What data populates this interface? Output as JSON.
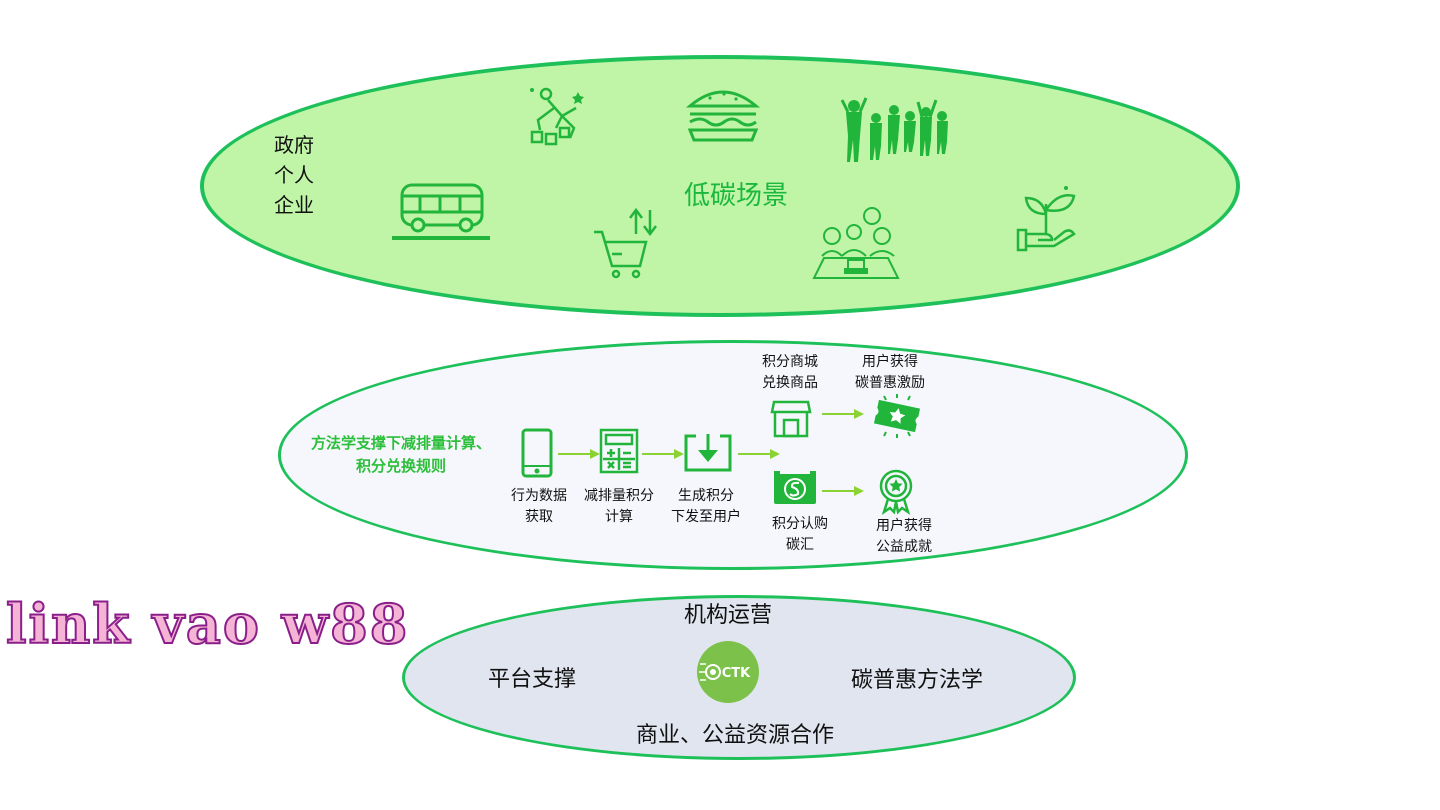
{
  "top": {
    "actors": [
      "政府",
      "个人",
      "企业"
    ],
    "title": "低碳场景",
    "icons": [
      "bus-icon",
      "playing-child-icon",
      "shopping-cart-icon",
      "burger-icon",
      "meeting-icon",
      "crowd-icon",
      "plant-hand-icon"
    ]
  },
  "middle": {
    "method_line1": "方法学支撑下减排量计算、",
    "method_line2": "积分兑换规则",
    "steps": [
      {
        "icon": "phone-icon",
        "line1": "行为数据",
        "line2": "获取"
      },
      {
        "icon": "calculator-icon",
        "line1": "减排量积分",
        "line2": "计算"
      },
      {
        "icon": "download-icon",
        "line1": "生成积分",
        "line2": "下发至用户"
      }
    ],
    "branch_top": {
      "from": {
        "icon": "shop-icon",
        "line1": "积分商城",
        "line2": "兑换商品"
      },
      "to": {
        "icon": "ticket-icon",
        "line1": "用户获得",
        "line2": "碳普惠激励"
      }
    },
    "branch_bottom": {
      "from": {
        "icon": "carbon-sink-icon",
        "line1": "积分认购",
        "line2": "碳汇"
      },
      "to": {
        "icon": "medal-icon",
        "line1": "用户获得",
        "line2": "公益成就"
      }
    }
  },
  "bottom": {
    "top_label": "机构运营",
    "left_label": "平台支撑",
    "right_label": "碳普惠方法学",
    "bottom_label": "商业、公益资源合作",
    "logo_text": "CTK"
  },
  "watermark": "link vao w88",
  "colors": {
    "green": "#1ec05a",
    "icon_green": "#22b53c",
    "light_green": "#c0f4a6",
    "arrow": "#8ad332"
  }
}
